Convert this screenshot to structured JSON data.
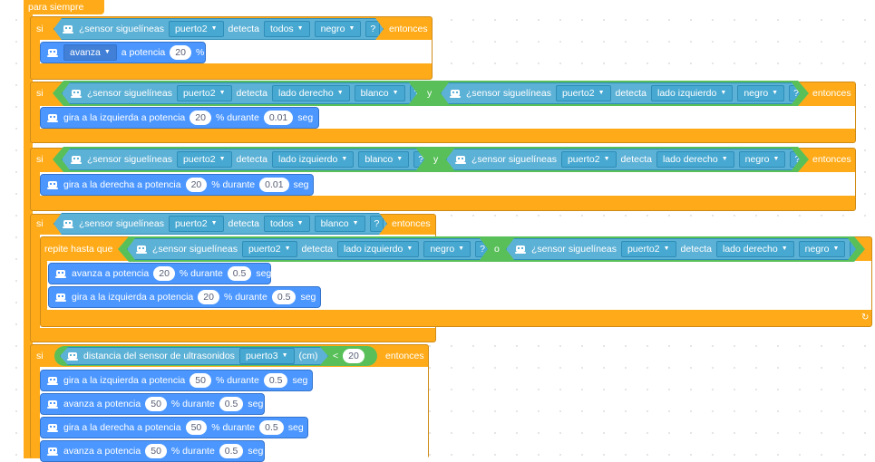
{
  "program": {
    "hat_label": "para siempre",
    "if_label": "si",
    "then_label": "entonces",
    "and_label": "y",
    "or_label": "o",
    "repeat_until_label": "repite hasta que",
    "unit_seg": "seg",
    "unit_percent": "%",
    "less_than": "<"
  },
  "colors": {
    "control": "#FFAB19",
    "motion": "#4C97FF",
    "sensor": "#5CB1D6",
    "operator": "#59C059"
  },
  "icons": {
    "robot": "robot-icon",
    "dropdown": "chevron-down-icon",
    "loop": "loop-arrow-icon"
  },
  "if1": {
    "cond": {
      "label": "¿sensor siguelíneas",
      "port": "puerto2",
      "detect": "detecta",
      "side": "todos",
      "color": "negro",
      "q": "?"
    },
    "body": [
      {
        "direction": "avanza",
        "label": "a potencia",
        "power": "20",
        "pct": "%"
      }
    ]
  },
  "if2": {
    "cond_a": {
      "label": "¿sensor siguelíneas",
      "port": "puerto2",
      "detect": "detecta",
      "side": "lado derecho",
      "color": "blanco",
      "q": "?"
    },
    "cond_b": {
      "label": "¿sensor siguelíneas",
      "port": "puerto2",
      "detect": "detecta",
      "side": "lado izquierdo",
      "color": "negro",
      "q": "?"
    },
    "body": [
      {
        "label": "gira a la izquierda a potencia",
        "power": "20",
        "mid": "% durante",
        "time": "0.01",
        "unit": "seg"
      }
    ]
  },
  "if3": {
    "cond_a": {
      "label": "¿sensor siguelíneas",
      "port": "puerto2",
      "detect": "detecta",
      "side": "lado izquierdo",
      "color": "blanco",
      "q": "?"
    },
    "cond_b": {
      "label": "¿sensor siguelíneas",
      "port": "puerto2",
      "detect": "detecta",
      "side": "lado derecho",
      "color": "negro",
      "q": "?"
    },
    "body": [
      {
        "label": "gira a la derecha a potencia",
        "power": "20",
        "mid": "% durante",
        "time": "0.01",
        "unit": "seg"
      }
    ]
  },
  "if4": {
    "cond": {
      "label": "¿sensor siguelíneas",
      "port": "puerto2",
      "detect": "detecta",
      "side": "todos",
      "color": "blanco",
      "q": "?"
    },
    "repeat": {
      "cond_a": {
        "label": "¿sensor siguelíneas",
        "port": "puerto2",
        "detect": "detecta",
        "side": "lado izquierdo",
        "color": "negro",
        "q": "?"
      },
      "cond_b": {
        "label": "¿sensor siguelíneas",
        "port": "puerto2",
        "detect": "detecta",
        "side": "lado derecho",
        "color": "negro",
        "q": "?"
      },
      "body": [
        {
          "label": "avanza a potencia",
          "power": "20",
          "mid": "% durante",
          "time": "0.5",
          "unit": "seg"
        },
        {
          "label": "gira a la izquierda a potencia",
          "power": "20",
          "mid": "% durante",
          "time": "0.5",
          "unit": "seg"
        }
      ]
    }
  },
  "if5": {
    "cond": {
      "label": "distancia del sensor de ultrasonidos",
      "port": "puerto3",
      "unit": "(cm)",
      "value": "20"
    },
    "body": [
      {
        "label": "gira a la izquierda a potencia",
        "power": "50",
        "mid": "% durante",
        "time": "0.5",
        "unit": "seg"
      },
      {
        "label": "avanza a potencia",
        "power": "50",
        "mid": "% durante",
        "time": "0.5",
        "unit": "seg"
      },
      {
        "label": "gira a la derecha a potencia",
        "power": "50",
        "mid": "% durante",
        "time": "0.5",
        "unit": "seg"
      },
      {
        "label": "avanza a potencia",
        "power": "50",
        "mid": "% durante",
        "time": "0.5",
        "unit": "seg"
      }
    ]
  }
}
